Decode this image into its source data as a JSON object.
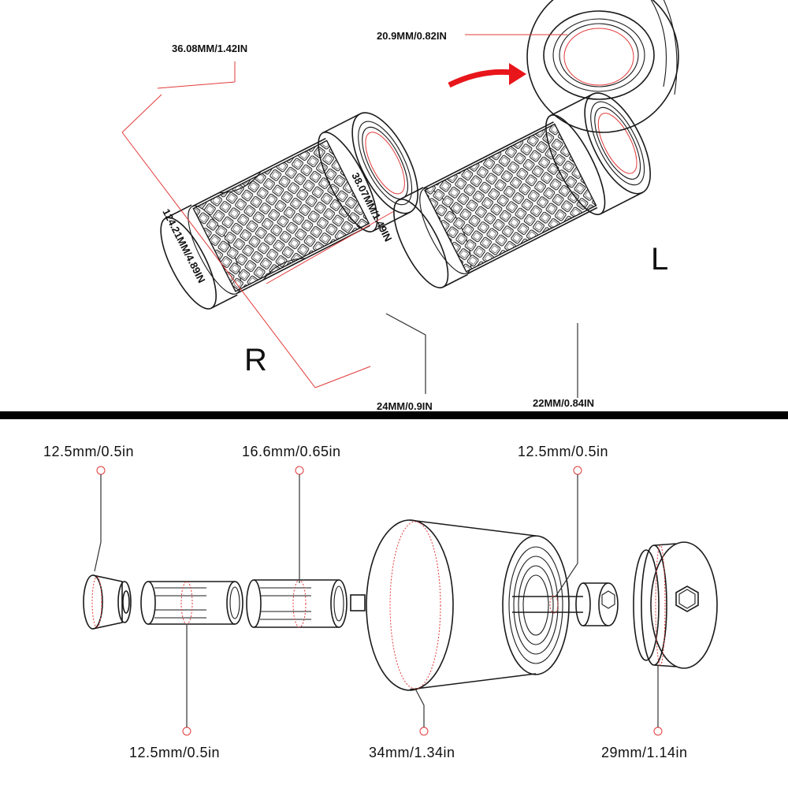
{
  "grips": {
    "right": {
      "side_label": "R",
      "outer_diameter": "36.08MM/1.42IN",
      "body_diameter": "38.07MM/1.49IN",
      "length": "124.21MM/4.89IN",
      "inner_diameter": "24MM/0.9IN"
    },
    "left": {
      "side_label": "L",
      "detail_inner_diameter": "20.9MM/0.82IN",
      "inner_diameter": "22MM/0.84IN"
    }
  },
  "bar_end": {
    "top_labels": [
      "12.5mm/0.5in",
      "16.6mm/0.65in",
      "12.5mm/0.5in"
    ],
    "bottom_labels": [
      "12.5mm/0.5in",
      "34mm/1.34in",
      "29mm/1.14in"
    ]
  },
  "colors": {
    "accent": "#e33a3a",
    "divider": "#000000",
    "line": "#1a1a1a"
  }
}
